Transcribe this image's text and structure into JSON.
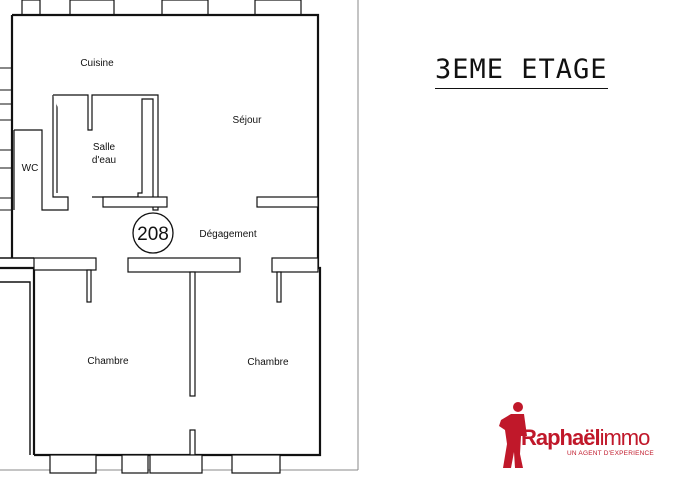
{
  "floor_title": "3EME ETAGE",
  "unit_number": "208",
  "rooms": {
    "cuisine": "Cuisine",
    "sejour": "Séjour",
    "salle_line1": "Salle",
    "salle_line2": "d'eau",
    "wc": "WC",
    "degagement": "Dégagement",
    "chambre_left": "Chambre",
    "chambre_right": "Chambre"
  },
  "logo": {
    "name_part1": "Raphaël",
    "name_part2": "immo",
    "tagline": "UN AGENT D'EXPERIENCE"
  },
  "colors": {
    "wall": "#111111",
    "brand": "#c0182a"
  }
}
